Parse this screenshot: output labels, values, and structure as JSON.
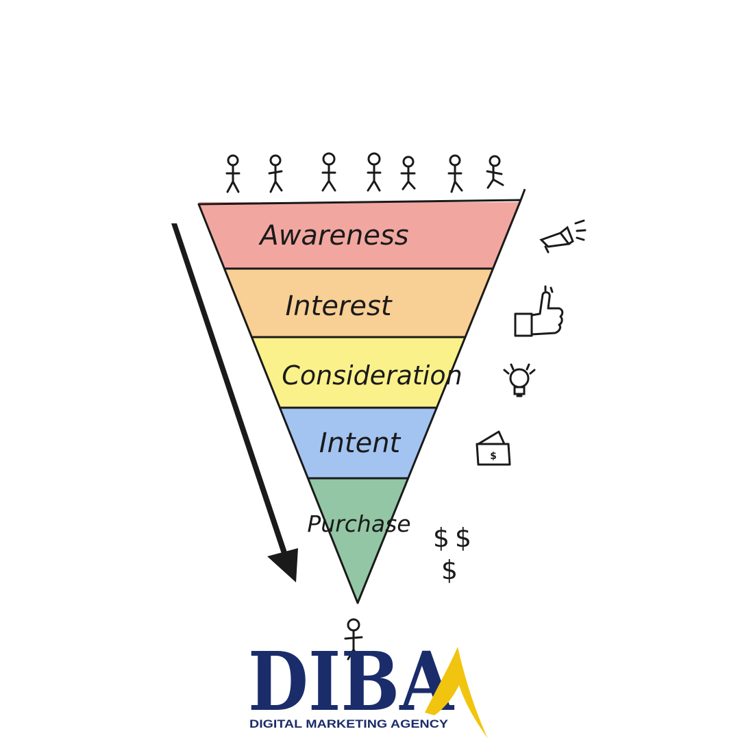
{
  "funnel": {
    "stages": [
      {
        "label": "Awareness",
        "color": "#f1a7a0",
        "icon": "megaphone-icon"
      },
      {
        "label": "Interest",
        "color": "#f8cf94",
        "icon": "thumbs-up-icon"
      },
      {
        "label": "Consideration",
        "color": "#faf18a",
        "icon": "lightbulb-icon"
      },
      {
        "label": "Intent",
        "color": "#a3c4f1",
        "icon": "wallet-icon"
      },
      {
        "label": "Purchase",
        "color": "#93c6a4",
        "icon": "dollar-signs-icon"
      }
    ],
    "outline_color": "#1a1a1a"
  },
  "dollar_signs": [
    "$",
    "$",
    "$"
  ],
  "wallet_symbol": "$",
  "logo": {
    "letters": "DIBA",
    "tagline": "DIGITAL MARKETING AGENCY",
    "primary_color": "#1b2c6b",
    "accent_color": "#f1c40f"
  }
}
